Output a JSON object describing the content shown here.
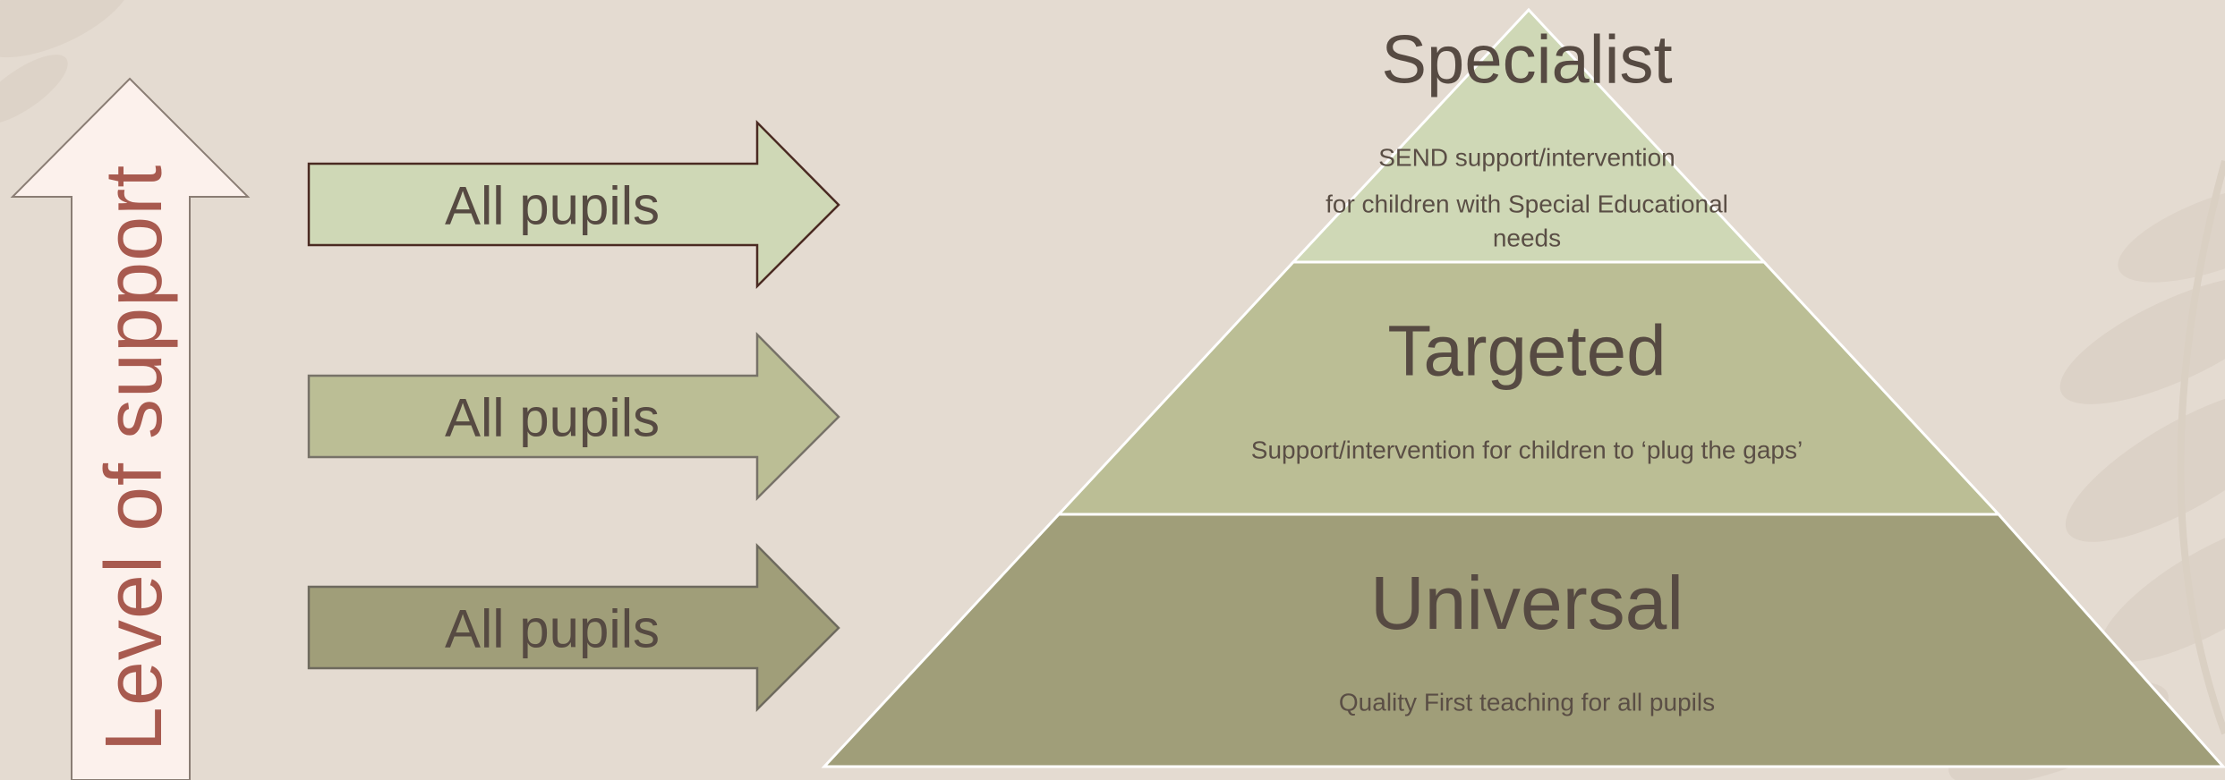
{
  "vertical_label": "Level of support",
  "arrows": [
    {
      "label": "All pupils",
      "fill": "#cfd8b6"
    },
    {
      "label": "All pupils",
      "fill": "#bbbe95"
    },
    {
      "label": "All pupils",
      "fill": "#a09e79"
    }
  ],
  "pyramid": {
    "tiers": [
      {
        "title": "Specialist",
        "description_lines": [
          "SEND support/intervention",
          "for children with Special Educational",
          "needs"
        ],
        "fill": "#cfd8b6"
      },
      {
        "title": "Targeted",
        "description_lines": [
          "Support/intervention for children to ‘plug the gaps’"
        ],
        "fill": "#bbbe95"
      },
      {
        "title": "Universal",
        "description_lines": [
          "Quality First teaching for all pupils"
        ],
        "fill": "#a09e79"
      }
    ]
  },
  "colors": {
    "background": "#e4dbd1",
    "up_arrow_fill": "#fcf1ec",
    "vertical_label": "#a85a4f",
    "text": "#564a42"
  }
}
